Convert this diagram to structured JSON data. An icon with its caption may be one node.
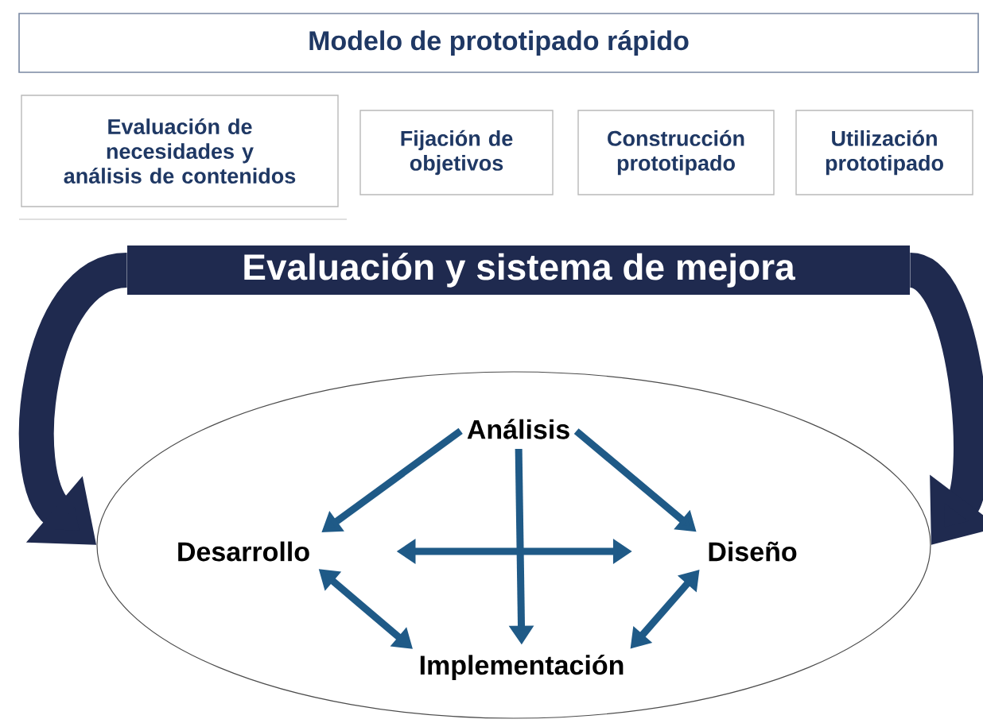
{
  "diagram": {
    "title": "Modelo de prototipado rápido",
    "nodes": [
      {
        "text": [
          "Evaluación de necesidades y análisis de contenidos"
        ]
      },
      {
        "text": [
          "Fijación de objetivos"
        ]
      },
      {
        "text": [
          "Construcción prototipado"
        ]
      },
      {
        "text": [
          "Utilización prototipado"
        ]
      },
      {
        "text": [
          "Evaluación y sistema de mejora"
        ]
      },
      {
        "text": [],
        "shape": "circle"
      },
      {
        "text": [
          "Análisis"
        ],
        "in": 5
      },
      {
        "text": [
          "Desarrollo"
        ],
        "in": 5
      },
      {
        "text": [
          "Diseño"
        ],
        "in": 5
      },
      {
        "text": [
          "Implementación"
        ],
        "in": 5
      }
    ],
    "edges": [
      {
        "from": 4,
        "to": 5,
        "arrow": "to",
        "style": "thick",
        "color": "#1f2a4f"
      },
      {
        "from": 4,
        "to": 5,
        "arrow": "to",
        "style": "thick",
        "color": "#1f2a4f"
      },
      {
        "from": 6,
        "to": 7,
        "arrow": "to"
      },
      {
        "from": 6,
        "to": 8,
        "arrow": "to"
      },
      {
        "from": 6,
        "to": 9,
        "arrow": "to"
      },
      {
        "from": 7,
        "to": 8,
        "arrow": "both"
      },
      {
        "from": 7,
        "to": 9,
        "arrow": "both"
      },
      {
        "from": 8,
        "to": 9,
        "arrow": "both"
      }
    ]
  }
}
